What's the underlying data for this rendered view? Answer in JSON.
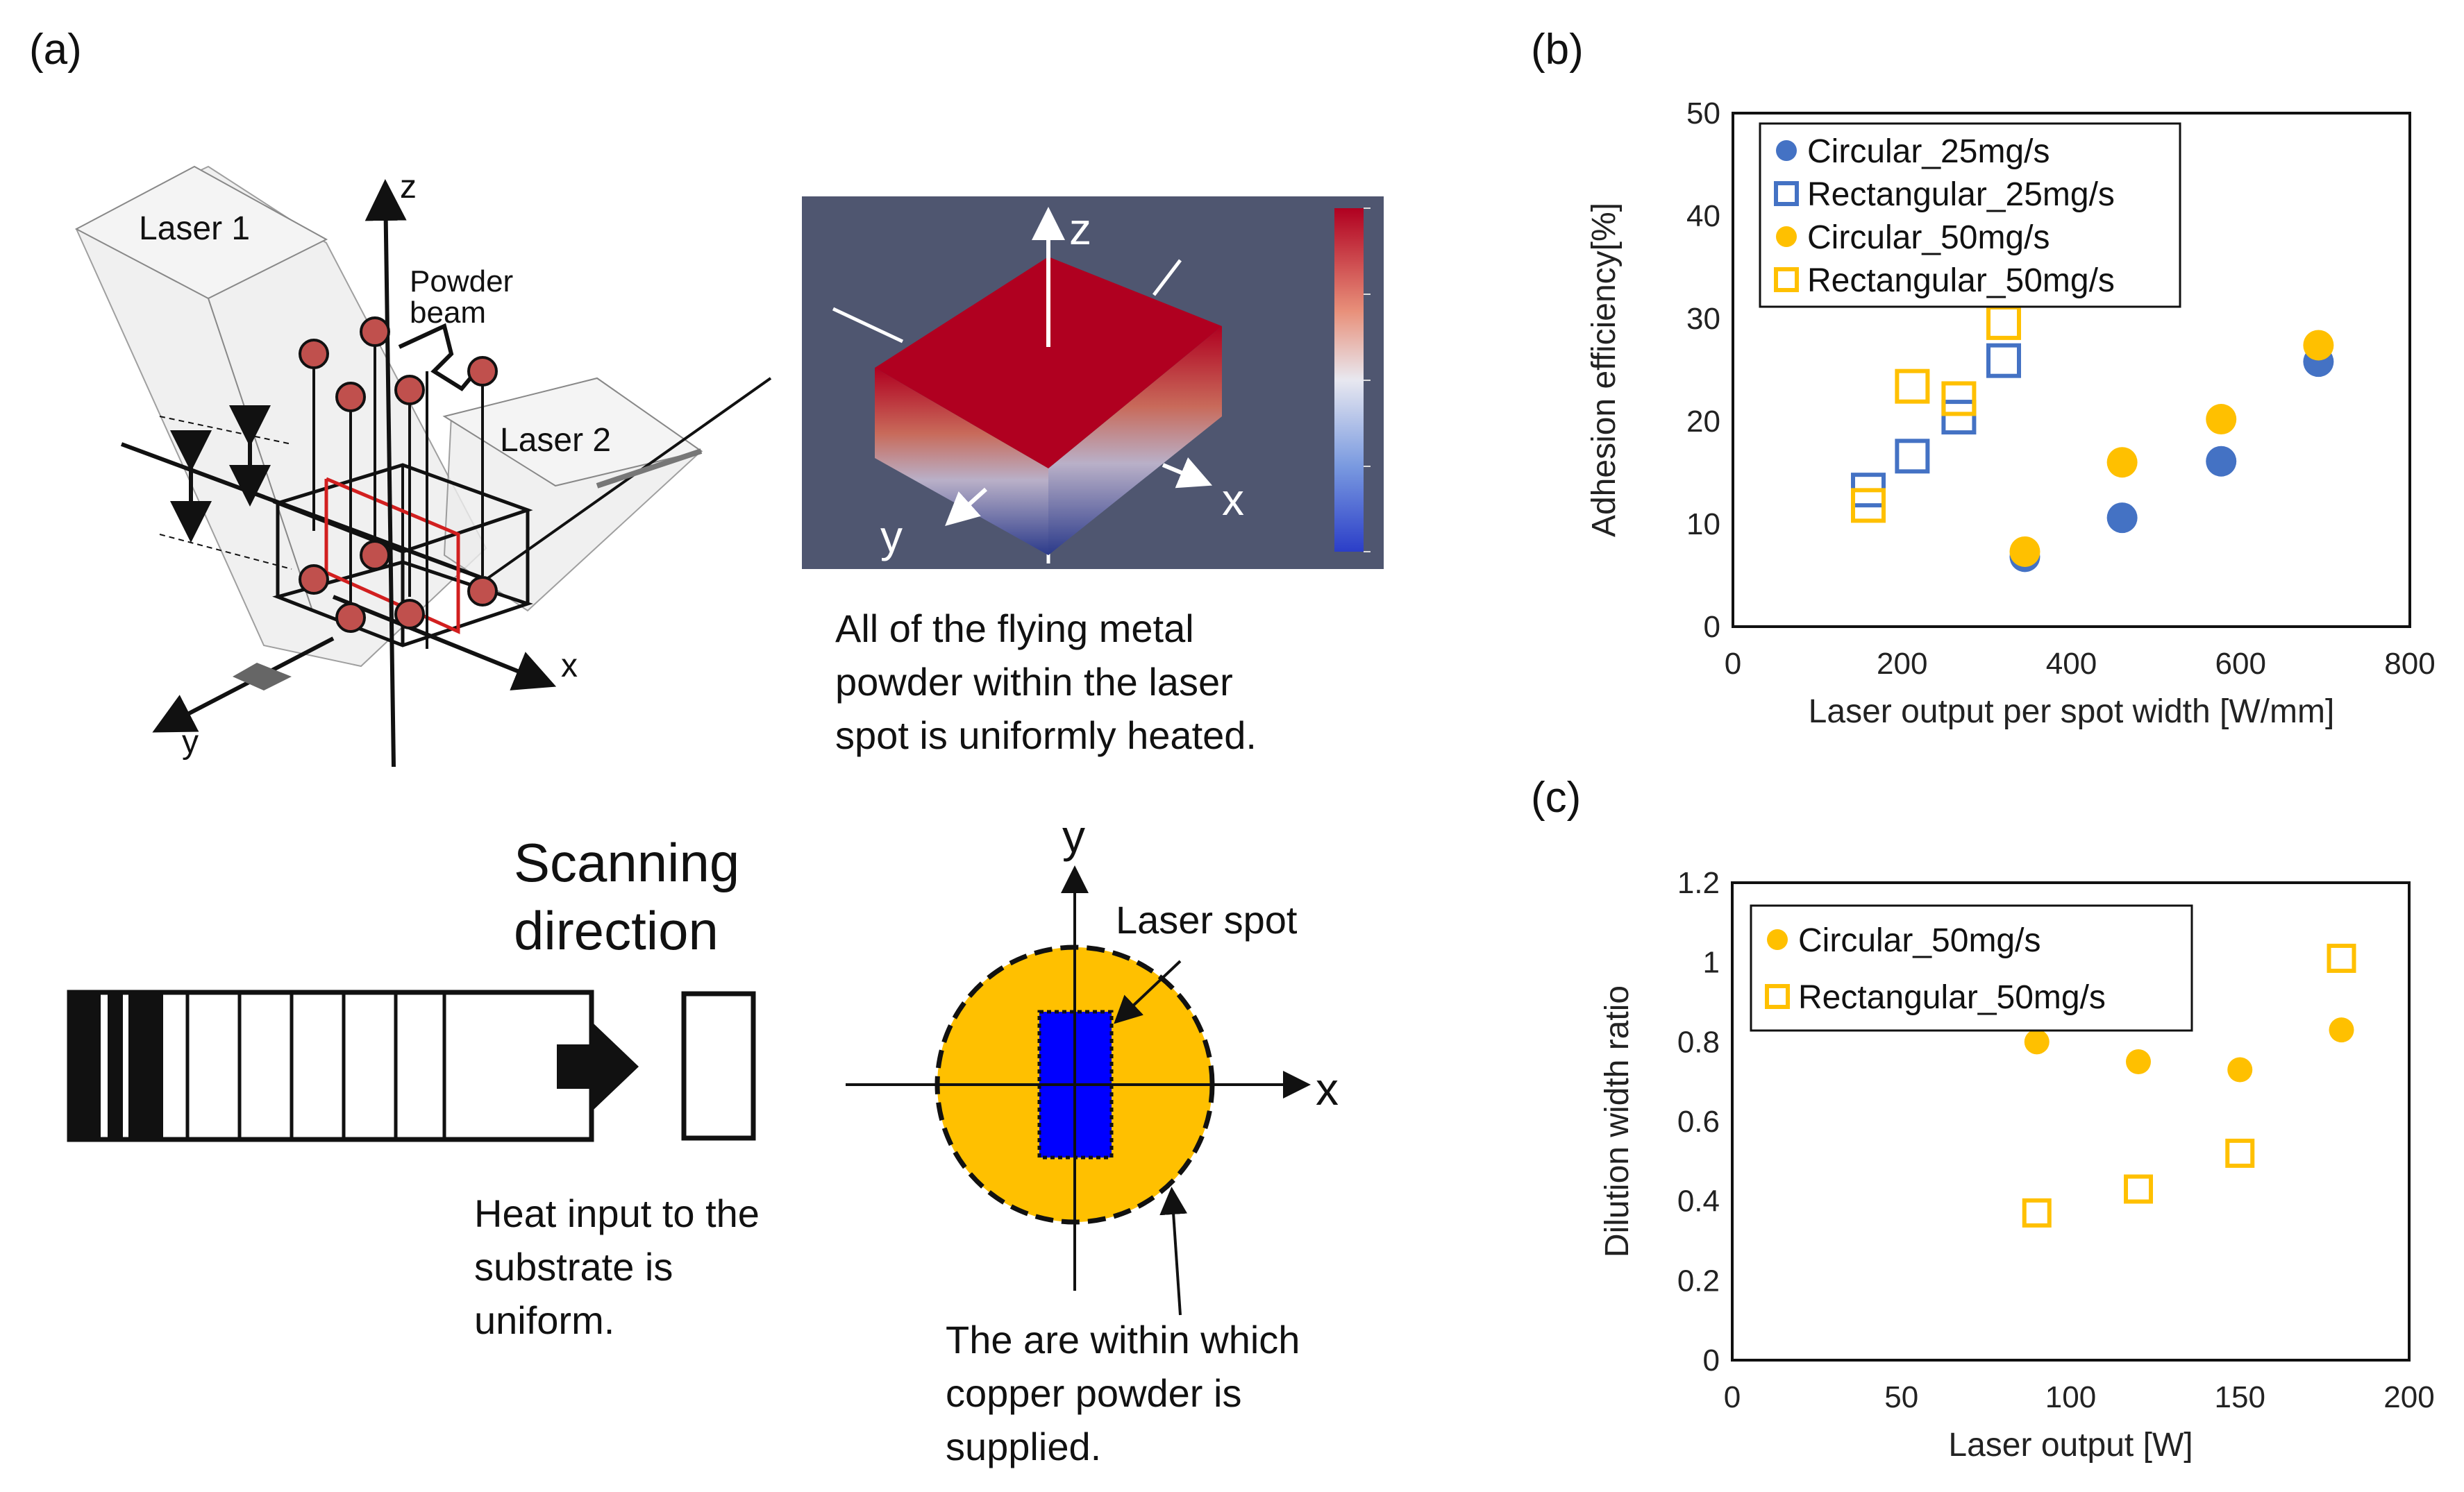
{
  "panels": {
    "a": "(a)",
    "b": "(b)",
    "c": "(c)"
  },
  "colors": {
    "blue": "#4472C4",
    "gold": "#FFC000",
    "spot_blue": "#0000FF",
    "cube_red": "#B00020",
    "box_bg": "#4F5670",
    "dot_red": "#C0504D"
  },
  "diagram": {
    "laser1": "Laser 1",
    "laser2": "Laser 2",
    "powder_line1": "Powder",
    "powder_line2": "beam",
    "axis_z": "z",
    "axis_x": "x",
    "axis_y": "y",
    "sim_z": "z",
    "sim_x": "x",
    "sim_y": "y",
    "caption_heating": [
      "All of the flying metal",
      "powder within the laser",
      "spot is uniformly heated."
    ],
    "scan_title": [
      "Scanning",
      "direction"
    ],
    "caption_heat": [
      "Heat input to the",
      "substrate is",
      "uniform."
    ],
    "spot_y": "y",
    "spot_x": "x",
    "spot_label": "Laser spot",
    "caption_area": [
      "The are within which",
      "copper powder is",
      "supplied."
    ]
  },
  "chart_data": [
    {
      "id": "b",
      "type": "scatter",
      "xlabel": "Laser output per spot width [W/mm]",
      "ylabel": "Adhesion efficiency[%]",
      "xlim": [
        0,
        800
      ],
      "ylim": [
        0,
        50
      ],
      "xticks": [
        0,
        200,
        400,
        600,
        800
      ],
      "yticks": [
        0,
        10,
        20,
        30,
        40,
        50
      ],
      "legend_position": "top-left",
      "series": [
        {
          "name": "Circular_25mg/s",
          "marker": "circle",
          "color": "#4472C4",
          "points": [
            [
              345,
              6.8
            ],
            [
              460,
              10.6
            ],
            [
              577,
              16.1
            ],
            [
              692,
              25.8
            ]
          ]
        },
        {
          "name": "Rectangular_25mg/s",
          "marker": "square-open",
          "color": "#4472C4",
          "points": [
            [
              160,
              13.3
            ],
            [
              212,
              16.6
            ],
            [
              267,
              20.4
            ],
            [
              320,
              25.9
            ]
          ]
        },
        {
          "name": "Circular_50mg/s",
          "marker": "circle",
          "color": "#FFC000",
          "points": [
            [
              345,
              7.3
            ],
            [
              460,
              16.0
            ],
            [
              577,
              20.2
            ],
            [
              692,
              27.4
            ]
          ]
        },
        {
          "name": "Rectangular_50mg/s",
          "marker": "square-open",
          "color": "#FFC000",
          "points": [
            [
              160,
              11.8
            ],
            [
              212,
              23.4
            ],
            [
              267,
              22.2
            ],
            [
              320,
              29.6
            ]
          ]
        }
      ]
    },
    {
      "id": "c",
      "type": "scatter",
      "xlabel": "Laser output [W]",
      "ylabel": "Dilution width ratio",
      "xlim": [
        0,
        200
      ],
      "ylim": [
        0,
        1.2
      ],
      "xticks": [
        0,
        50,
        100,
        150,
        200
      ],
      "yticks": [
        0,
        0.2,
        0.4,
        0.6,
        0.8,
        1,
        1.2
      ],
      "legend_position": "top-left",
      "series": [
        {
          "name": "Circular_50mg/s",
          "marker": "circle",
          "color": "#FFC000",
          "points": [
            [
              90,
              0.8
            ],
            [
              120,
              0.75
            ],
            [
              150,
              0.73
            ],
            [
              180,
              0.83
            ]
          ]
        },
        {
          "name": "Rectangular_50mg/s",
          "marker": "square-open",
          "color": "#FFC000",
          "points": [
            [
              90,
              0.37
            ],
            [
              120,
              0.43
            ],
            [
              150,
              0.52
            ],
            [
              180,
              1.01
            ]
          ]
        }
      ]
    }
  ]
}
